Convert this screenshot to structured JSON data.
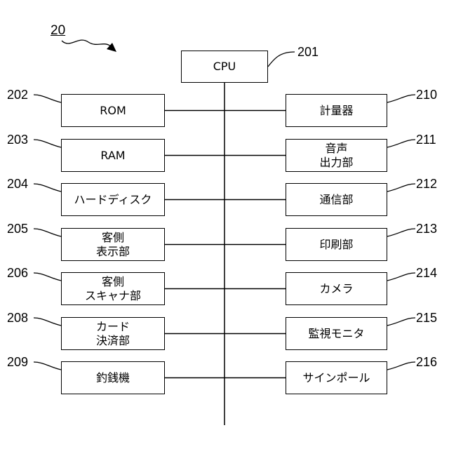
{
  "figure_label": "20",
  "cpu": {
    "label": "CPU",
    "ref": "201"
  },
  "left": [
    {
      "label": "ROM",
      "ref": "202"
    },
    {
      "label": "RAM",
      "ref": "203"
    },
    {
      "label": "ハードディスク",
      "ref": "204"
    },
    {
      "label": "客側\n表示部",
      "ref": "205"
    },
    {
      "label": "客側\nスキャナ部",
      "ref": "206"
    },
    {
      "label": "カード\n決済部",
      "ref": "208"
    },
    {
      "label": "釣銭機",
      "ref": "209"
    }
  ],
  "right": [
    {
      "label": "計量器",
      "ref": "210"
    },
    {
      "label": "音声\n出力部",
      "ref": "211"
    },
    {
      "label": "通信部",
      "ref": "212"
    },
    {
      "label": "印刷部",
      "ref": "213"
    },
    {
      "label": "カメラ",
      "ref": "214"
    },
    {
      "label": "監視モニタ",
      "ref": "215"
    },
    {
      "label": "サインポール",
      "ref": "216"
    }
  ]
}
